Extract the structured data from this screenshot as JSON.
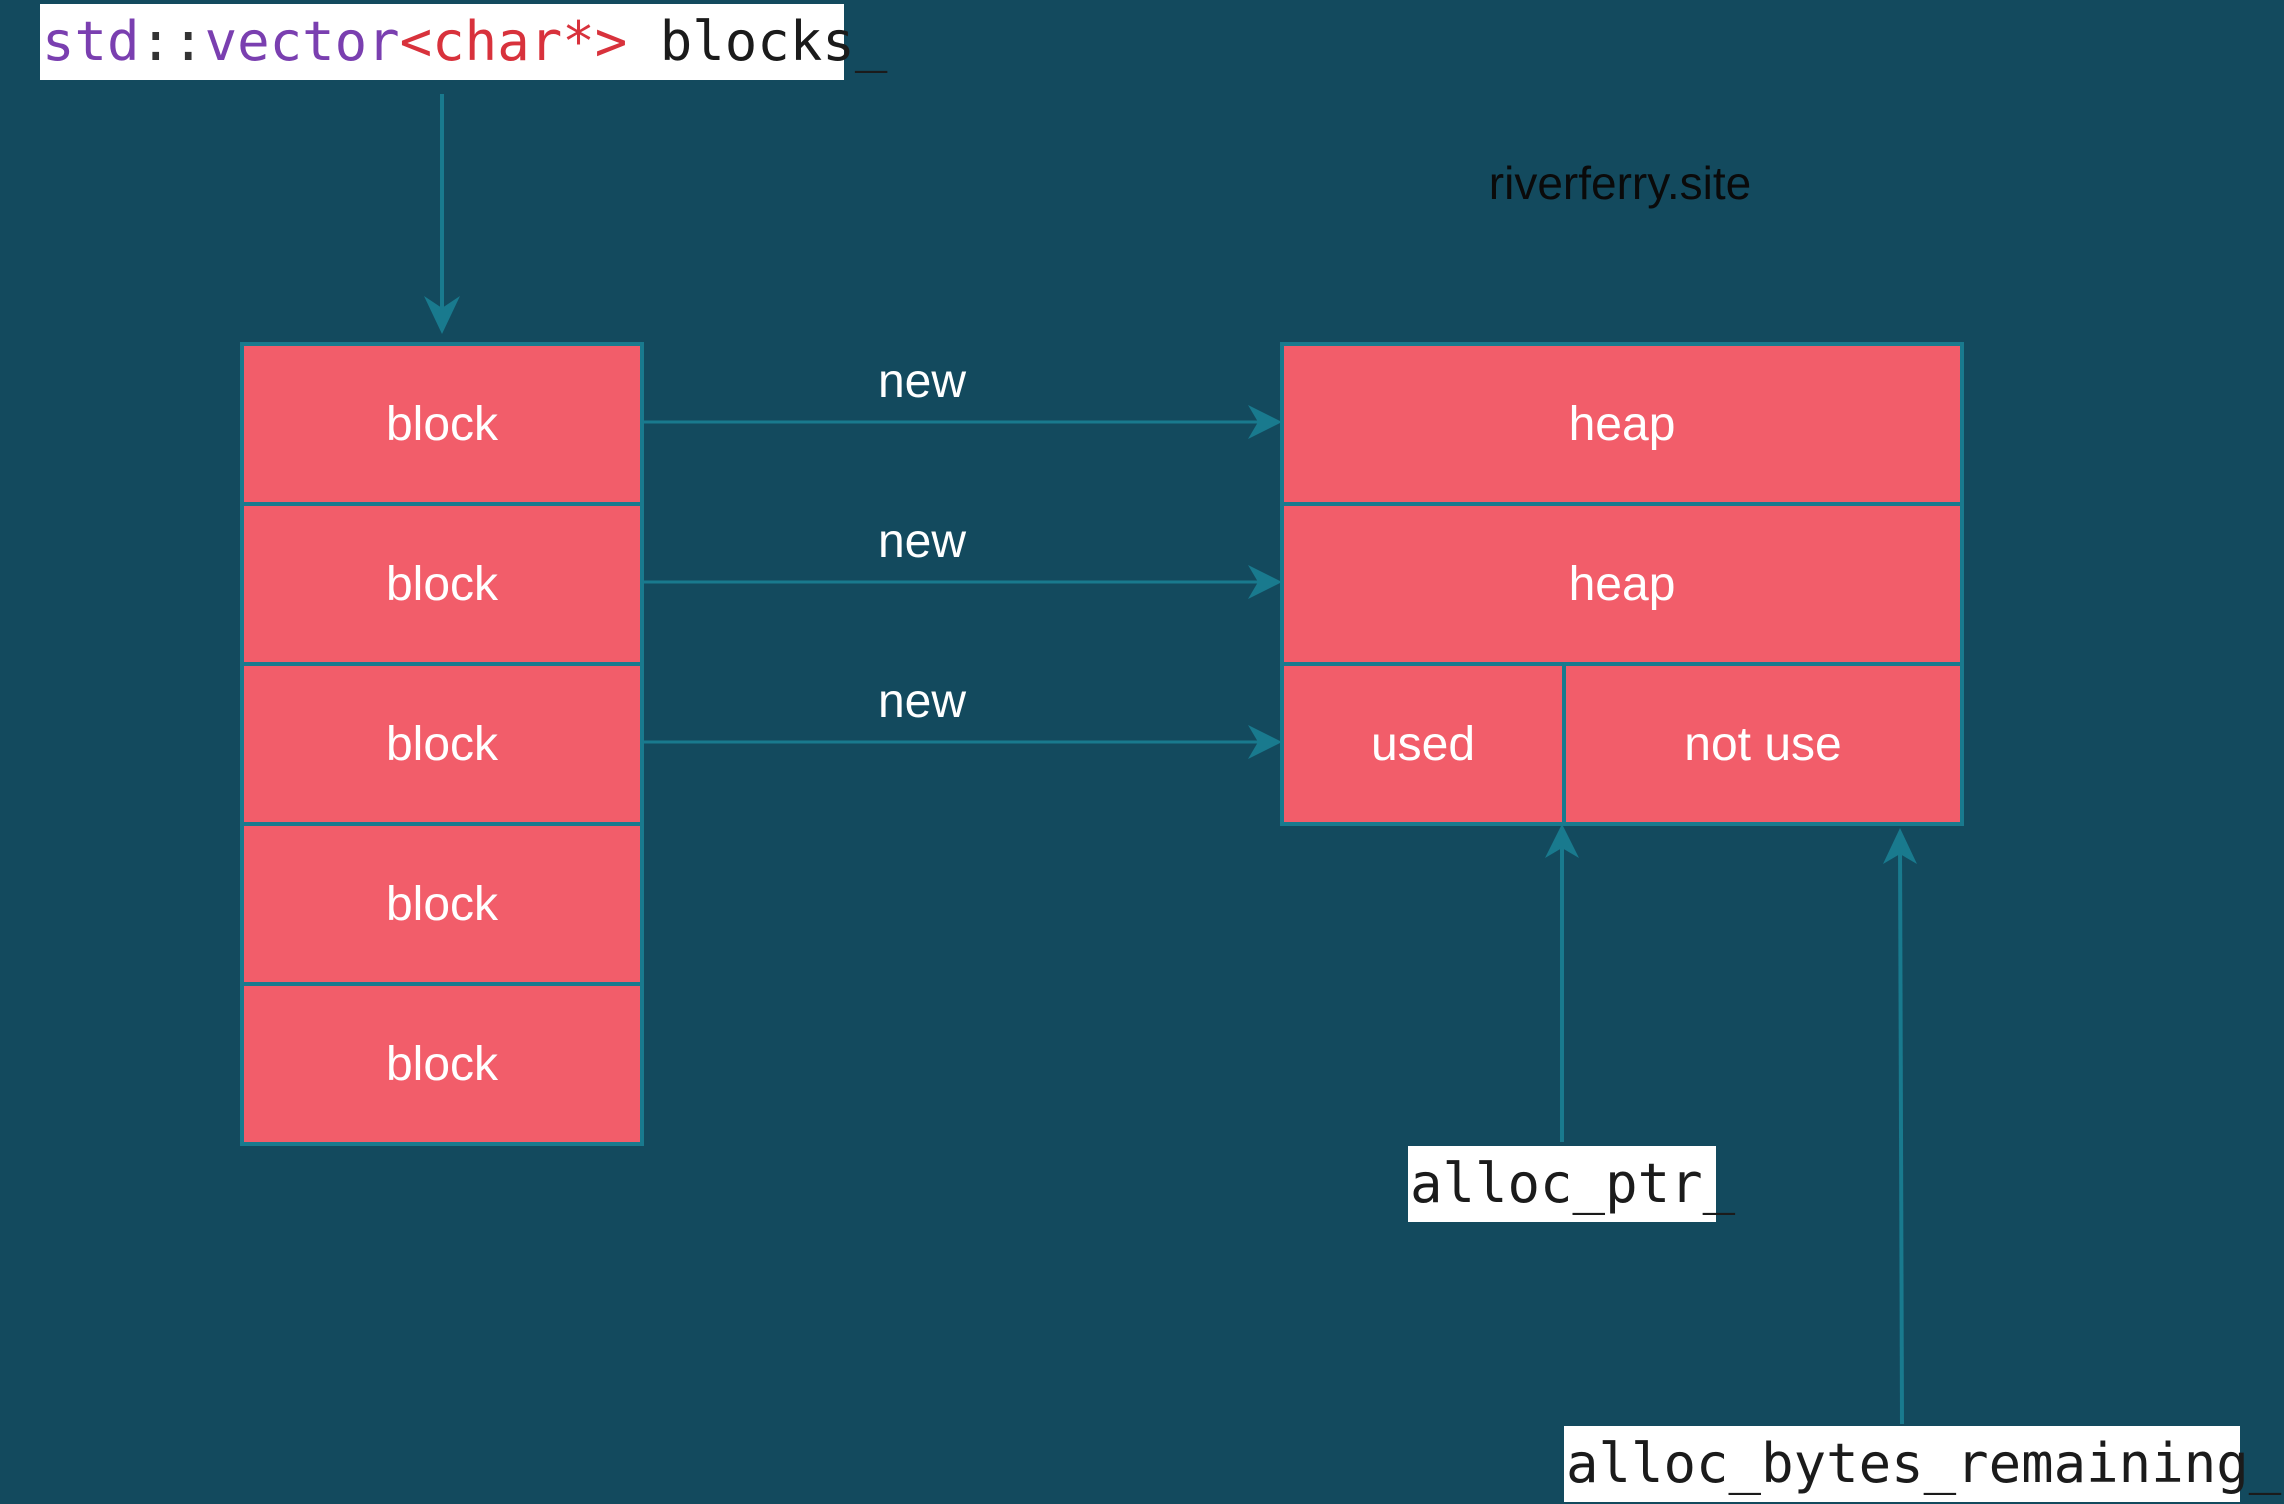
{
  "header": {
    "vector_decl": {
      "ns": "std",
      "sep": "::",
      "type": "vector",
      "template": "<char*>",
      "name": "blocks_"
    }
  },
  "watermark": "riverferry.site",
  "blocks": [
    "block",
    "block",
    "block",
    "block",
    "block"
  ],
  "new_labels": [
    "new",
    "new",
    "new"
  ],
  "heap": {
    "rows": [
      "heap",
      "heap"
    ],
    "last_row": {
      "used": "used",
      "not_used": "not use"
    }
  },
  "pointers": {
    "alloc_ptr": "alloc_ptr_",
    "alloc_bytes_remaining": "alloc_bytes_remaining_"
  },
  "colors": {
    "background": "#134a5e",
    "cell_fill": "#f25d6a",
    "border_arrow": "#197a8e"
  }
}
